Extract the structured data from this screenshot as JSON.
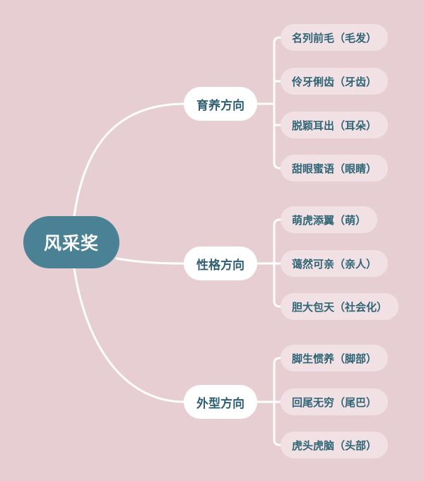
{
  "diagram": {
    "root": {
      "label": "风采奖"
    },
    "branches": [
      {
        "label": "育养方向",
        "leaves": [
          "名列前毛（毛发）",
          "伶牙俐齿（牙齿）",
          "脱颖耳出（耳朵）",
          "甜眼蜜语（眼睛）"
        ]
      },
      {
        "label": "性格方向",
        "leaves": [
          "萌虎添翼（萌）",
          "蔼然可亲（亲人）",
          "胆大包天（社会化）"
        ]
      },
      {
        "label": "外型方向",
        "leaves": [
          "脚生惯养（脚部）",
          "回尾无穷（尾巴）",
          "虎头虎脑（头部）"
        ]
      }
    ]
  },
  "colors": {
    "background": "#e7ced3",
    "root_fill": "#4b8194",
    "branch_fill": "#ffffff",
    "leaf_fill": "#f1e0e4",
    "text_dark": "#2f5f71",
    "connector": "#ffffff"
  }
}
